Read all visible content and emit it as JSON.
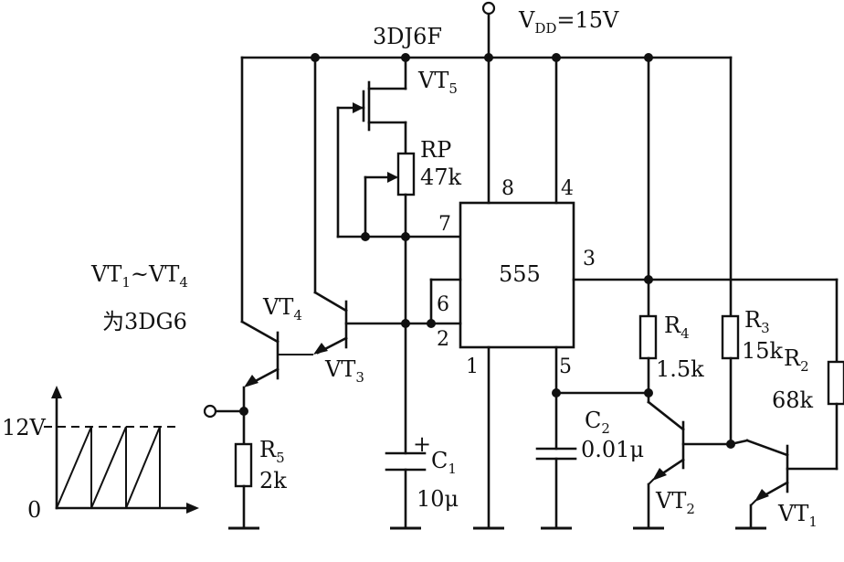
{
  "supply": {
    "label_main": "V",
    "label_sub": "DD",
    "label_value": "=15V"
  },
  "fet": {
    "type_label": "3DJ6F",
    "ref_main": "VT",
    "ref_sub": "5"
  },
  "rp": {
    "ref": "RP",
    "value": "47k"
  },
  "ic": {
    "name": "555",
    "pins": {
      "p8": "8",
      "p4": "4",
      "p7": "7",
      "p6": "6",
      "p2": "2",
      "p1": "1",
      "p5": "5",
      "p3": "3"
    }
  },
  "note": {
    "line1_a": "VT",
    "line1_a_sub": "1",
    "line1_tilde": "~VT",
    "line1_b_sub": "4",
    "line2": "为3DG6"
  },
  "transistors": {
    "vt4_main": "VT",
    "vt4_sub": "4",
    "vt3_main": "VT",
    "vt3_sub": "3",
    "vt2_main": "VT",
    "vt2_sub": "2",
    "vt1_main": "VT",
    "vt1_sub": "1"
  },
  "resistors": {
    "r5_main": "R",
    "r5_sub": "5",
    "r5_value": "2k",
    "r4_main": "R",
    "r4_sub": "4",
    "r4_value": "1.5k",
    "r3_main": "R",
    "r3_sub": "3",
    "r3_value": "15k",
    "r2_main": "R",
    "r2_sub": "2",
    "r2_value": "68k"
  },
  "capacitors": {
    "c1_plus": "+",
    "c1_main": "C",
    "c1_sub": "1",
    "c1_value": "10μ",
    "c2_main": "C",
    "c2_sub": "2",
    "c2_value": "0.01μ"
  },
  "waveform": {
    "level_high": "12V",
    "level_zero": "0"
  }
}
